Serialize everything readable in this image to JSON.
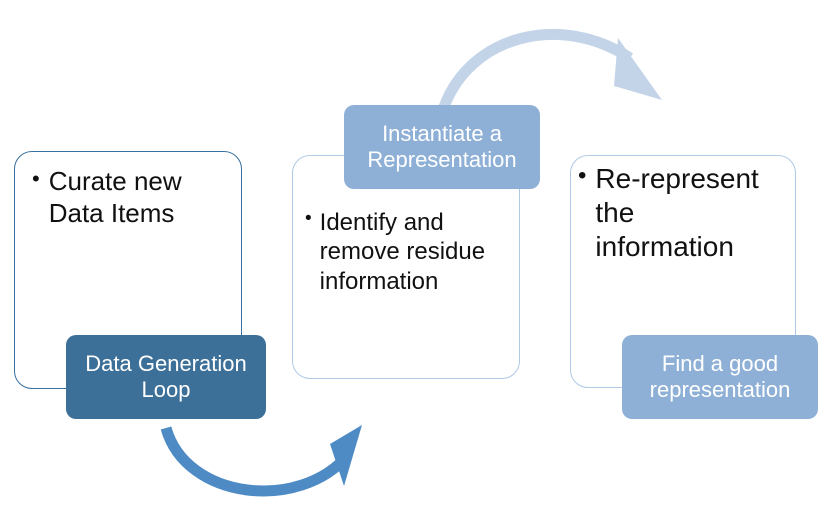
{
  "diagram": {
    "title": "Data Generation Loop process diagram",
    "colors": {
      "card_border_dark": "#3A6FA0",
      "card_border_light": "#AFC9E6",
      "badge_dark": "#3D7098",
      "badge_light": "#8FB0D6",
      "arrow_light": "#C3D4E8",
      "arrow_dark": "#4E8BC4",
      "text_dark": "#111111",
      "text_light": "#FFFFFF",
      "background": "#FFFFFF"
    },
    "cards": [
      {
        "id": "curate",
        "bullet": "•",
        "text": "Curate new\nData Items"
      },
      {
        "id": "identify",
        "bullet": "•",
        "text": "Identify and\nremove residue\ninformation"
      },
      {
        "id": "re-represent",
        "bullet": "•",
        "text": "Re-represent\nthe\ninformation"
      }
    ],
    "badges": [
      {
        "id": "data-generation-loop",
        "label": "Data Generation\nLoop"
      },
      {
        "id": "instantiate-a-representation",
        "label": "Instantiate a\nRepresentation"
      },
      {
        "id": "find-a-good-representation",
        "label": "Find a good\nrepresentation"
      }
    ],
    "arrows": [
      {
        "id": "top-arc-arrow",
        "direction": "left-to-right",
        "style": "curved-up",
        "color": "#C3D4E8"
      },
      {
        "id": "bottom-arc-arrow",
        "direction": "left-to-right",
        "style": "curved-down",
        "color": "#4E8BC4"
      }
    ]
  }
}
